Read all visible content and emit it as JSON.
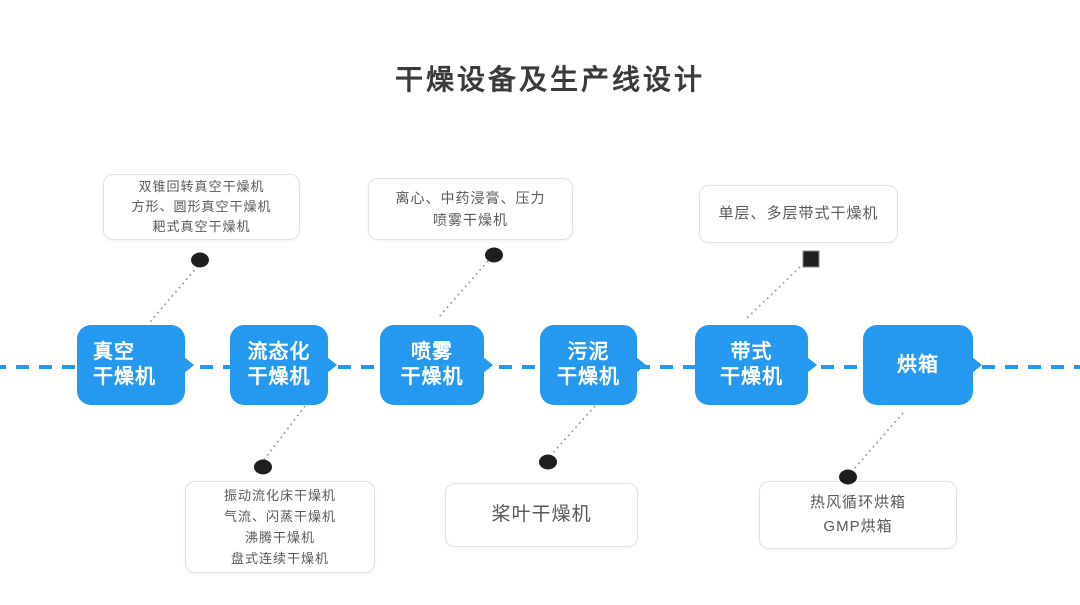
{
  "title": "干燥设备及生产线设计",
  "colors": {
    "accent_blue": "#2598f0",
    "marker_black": "#1f1f1f",
    "callout_border": "#e2e2e2",
    "callout_text": "#595959",
    "title_text": "#3b3b3b",
    "dotted_connector_gray": "#9a9a9a"
  },
  "timeline": {
    "nodes": [
      {
        "id": "vacuum-dryer",
        "lines": [
          "真空",
          "干燥机"
        ]
      },
      {
        "id": "fluidized-dryer",
        "lines": [
          "流态化",
          "干燥机"
        ]
      },
      {
        "id": "spray-dryer",
        "lines": [
          "喷雾",
          "干燥机"
        ]
      },
      {
        "id": "sludge-dryer",
        "lines": [
          "污泥",
          "干燥机"
        ]
      },
      {
        "id": "belt-dryer",
        "lines": [
          "带式",
          "干燥机"
        ]
      },
      {
        "id": "oven",
        "lines": [
          "烘箱"
        ]
      }
    ]
  },
  "callouts": [
    {
      "id": "vacuum-types",
      "position": "top-left",
      "marker": "ellipse",
      "lines": [
        "双锥回转真空干燥机",
        "方形、圆形真空干燥机",
        "耙式真空干燥机"
      ]
    },
    {
      "id": "spray-types",
      "position": "top-middle",
      "marker": "ellipse",
      "lines": [
        "离心、中药浸膏、压力",
        "喷雾干燥机"
      ]
    },
    {
      "id": "belt-types",
      "position": "top-right",
      "marker": "square",
      "lines": [
        "单层、多层带式干燥机"
      ]
    },
    {
      "id": "fluidized-types",
      "position": "bottom-left",
      "marker": "ellipse",
      "lines": [
        "振动流化床干燥机",
        "气流、闪蒸干燥机",
        "沸腾干燥机",
        "盘式连续干燥机"
      ]
    },
    {
      "id": "paddle-type",
      "position": "bottom-middle",
      "marker": "ellipse",
      "lines": [
        "桨叶干燥机"
      ]
    },
    {
      "id": "oven-types",
      "position": "bottom-right",
      "marker": "ellipse",
      "lines": [
        "热风循环烘箱",
        "GMP烘箱"
      ]
    }
  ]
}
